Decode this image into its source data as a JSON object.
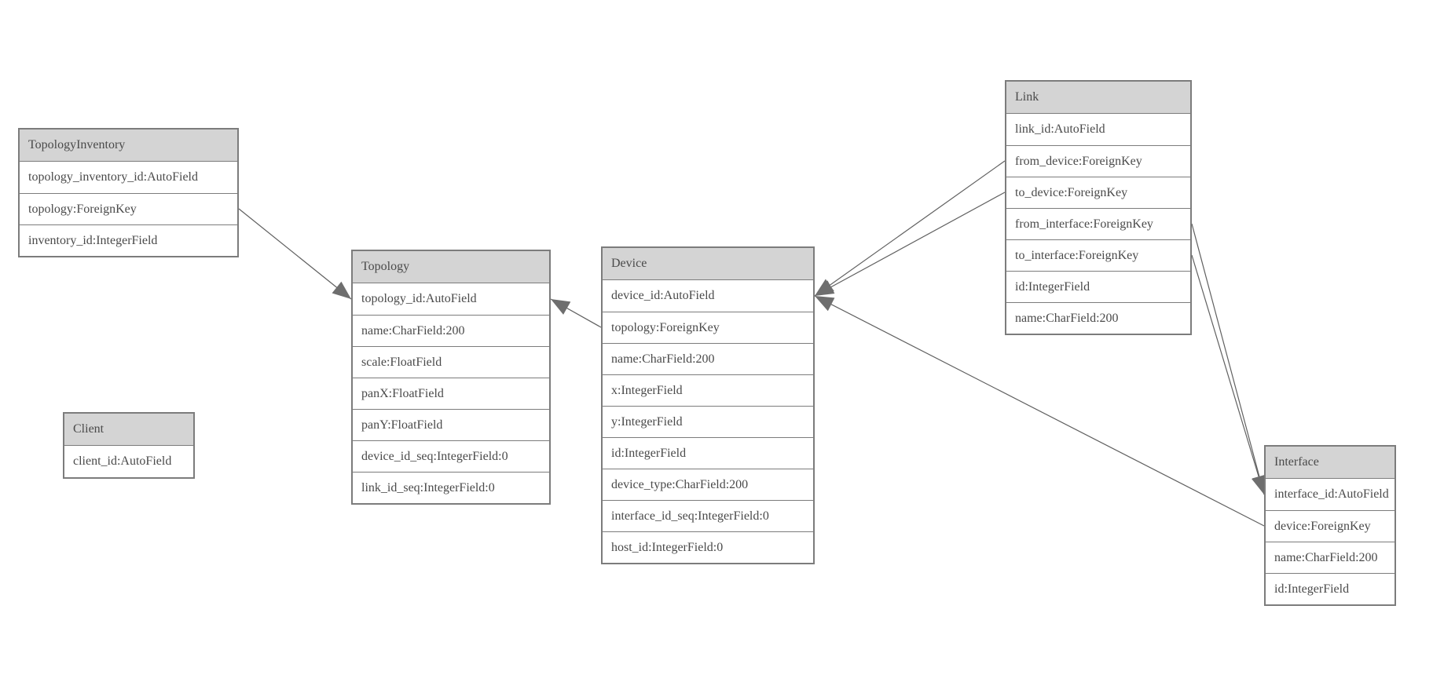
{
  "diagram": {
    "kind": "entity-relationship-diagram",
    "tables": [
      {
        "id": "topology_inventory",
        "name": "TopologyInventory",
        "fields": [
          "topology_inventory_id:AutoField",
          "topology:ForeignKey",
          "inventory_id:IntegerField"
        ]
      },
      {
        "id": "topology",
        "name": "Topology",
        "fields": [
          "topology_id:AutoField",
          "name:CharField:200",
          "scale:FloatField",
          "panX:FloatField",
          "panY:FloatField",
          "device_id_seq:IntegerField:0",
          "link_id_seq:IntegerField:0"
        ]
      },
      {
        "id": "client",
        "name": "Client",
        "fields": [
          "client_id:AutoField"
        ]
      },
      {
        "id": "device",
        "name": "Device",
        "fields": [
          "device_id:AutoField",
          "topology:ForeignKey",
          "name:CharField:200",
          "x:IntegerField",
          "y:IntegerField",
          "id:IntegerField",
          "device_type:CharField:200",
          "interface_id_seq:IntegerField:0",
          "host_id:IntegerField:0"
        ]
      },
      {
        "id": "link",
        "name": "Link",
        "fields": [
          "link_id:AutoField",
          "from_device:ForeignKey",
          "to_device:ForeignKey",
          "from_interface:ForeignKey",
          "to_interface:ForeignKey",
          "id:IntegerField",
          "name:CharField:200"
        ]
      },
      {
        "id": "interface",
        "name": "Interface",
        "fields": [
          "interface_id:AutoField",
          "device:ForeignKey",
          "name:CharField:200",
          "id:IntegerField"
        ]
      }
    ],
    "edges": [
      {
        "from": "topology_inventory.topology",
        "to": "topology.topology_id"
      },
      {
        "from": "device.topology",
        "to": "topology.topology_id"
      },
      {
        "from": "link.from_device",
        "to": "device.device_id"
      },
      {
        "from": "link.to_device",
        "to": "device.device_id"
      },
      {
        "from": "link.from_interface",
        "to": "interface.interface_id"
      },
      {
        "from": "link.to_interface",
        "to": "interface.interface_id"
      },
      {
        "from": "interface.device",
        "to": "device.device_id"
      }
    ],
    "colors": {
      "background": "#ffffff",
      "header_bg": "#d4d4d4",
      "border": "#7c7c7c",
      "text": "#4a4a4a",
      "line": "#606060",
      "arrow": "#6e6e6e"
    }
  }
}
